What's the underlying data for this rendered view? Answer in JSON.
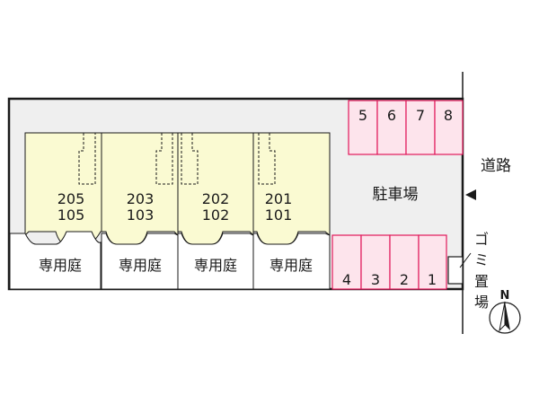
{
  "site": {
    "units": [
      {
        "upper": "205",
        "lower": "105",
        "garden_label": "専用庭"
      },
      {
        "upper": "203",
        "lower": "103",
        "garden_label": "専用庭"
      },
      {
        "upper": "202",
        "lower": "102",
        "garden_label": "専用庭"
      },
      {
        "upper": "201",
        "lower": "101",
        "garden_label": "専用庭"
      }
    ],
    "parking_label": "駐車場",
    "parking_top": [
      "5",
      "6",
      "7",
      "8"
    ],
    "parking_bottom": [
      "4",
      "3",
      "2",
      "1"
    ],
    "road_label": "道路",
    "garbage_label": [
      "ゴ",
      "ミ",
      "置",
      "場"
    ],
    "north_label": "N"
  },
  "colors": {
    "unit_fill": "#fafad2",
    "parking_fill": "#fde4ec",
    "parking_stroke": "#e0185a",
    "site_fill": "#efefef",
    "outline": "#1a1a1a"
  }
}
